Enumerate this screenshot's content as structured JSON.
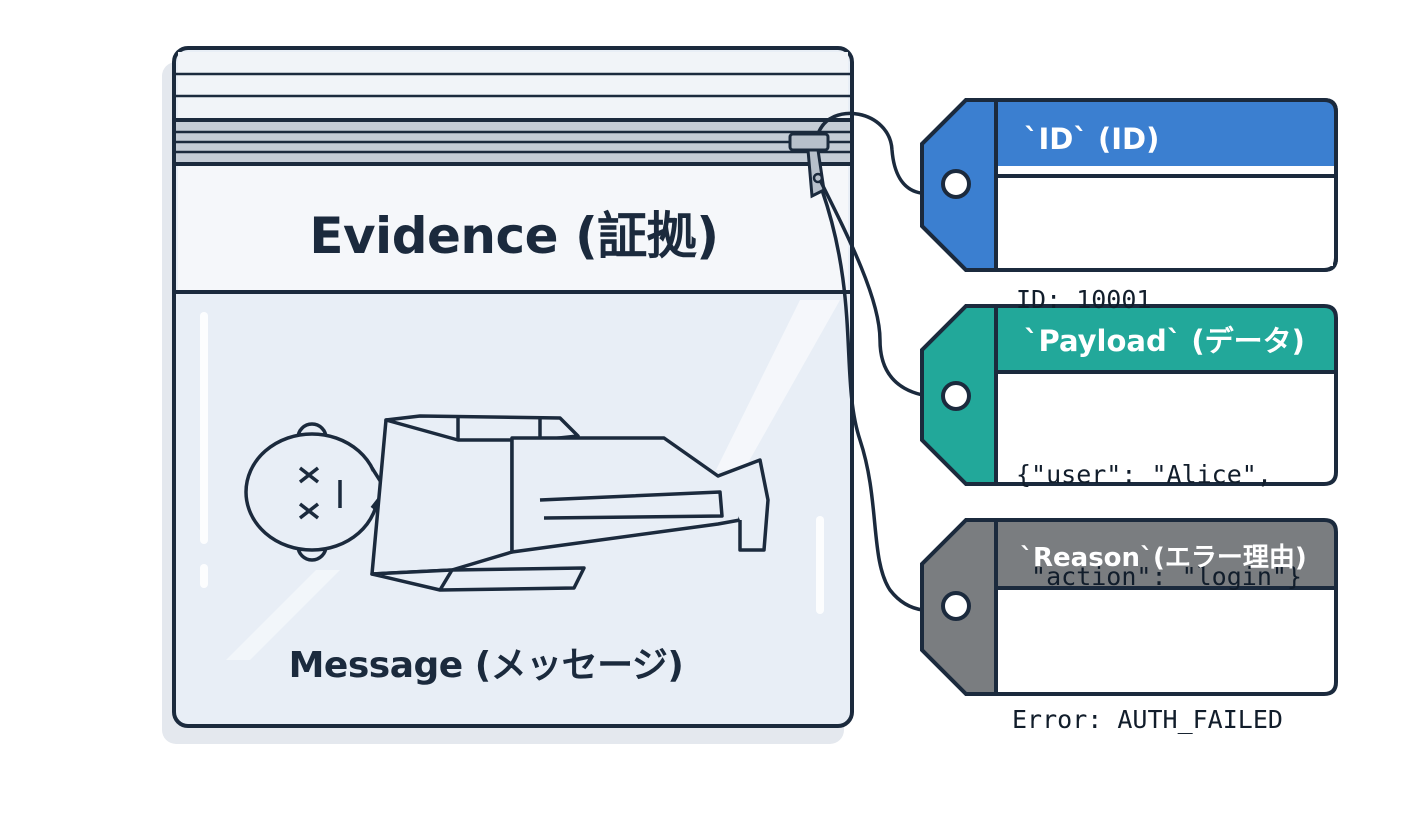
{
  "bag": {
    "title": "Evidence (証拠)",
    "message": "Message (メッセージ)",
    "figure": "dead-figure-icon"
  },
  "tags": [
    {
      "header": "`ID` (ID)",
      "body": [
        "ID: 10001"
      ],
      "color": "#3b7fd0"
    },
    {
      "header": "`Payload` (データ)",
      "body": [
        "{\"user\": \"Alice\",",
        " \"action\": \"login\"}"
      ],
      "color": "#22a89a"
    },
    {
      "header": "`Reason`(エラー理由)",
      "body": [
        "Error: AUTH_FAILED"
      ],
      "color": "#7a7d80"
    }
  ],
  "colors": {
    "outline": "#1b2a3d",
    "bag_fill": "#e6edf6",
    "zipper": "#c4ccd6"
  }
}
